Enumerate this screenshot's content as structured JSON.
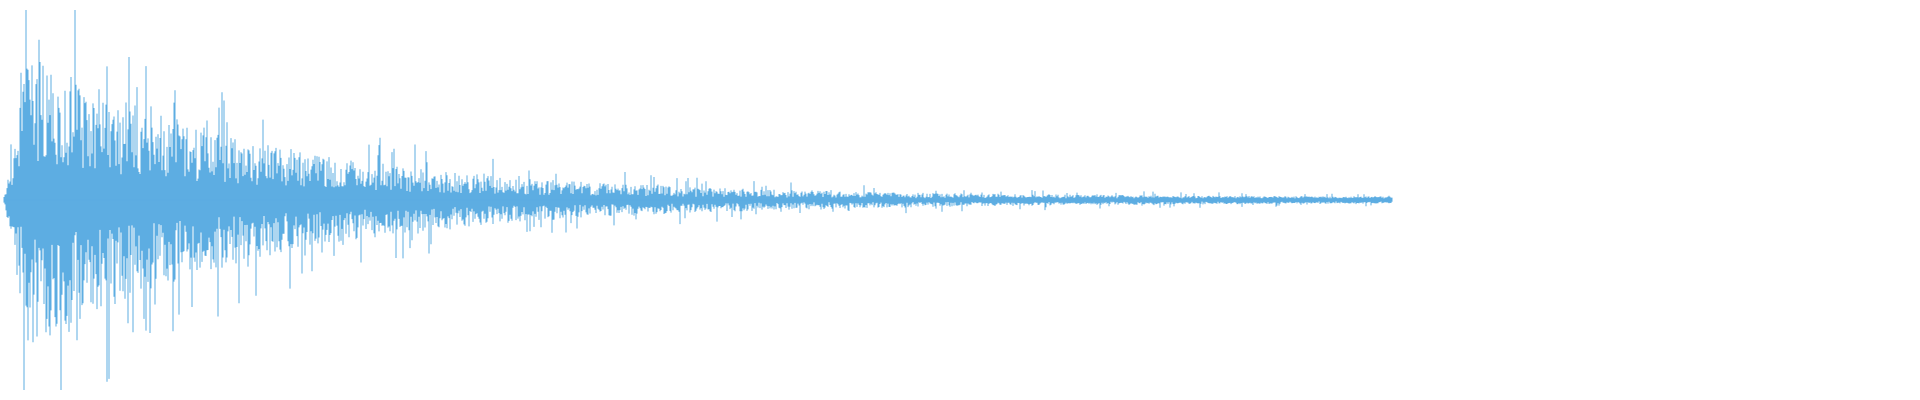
{
  "waveform": {
    "color": "#5dade2",
    "background": "#ffffff",
    "duration_fraction_of_view": 0.725,
    "peak_amplitude": 0.9,
    "decay_profile": "exponential",
    "seed": 7
  }
}
